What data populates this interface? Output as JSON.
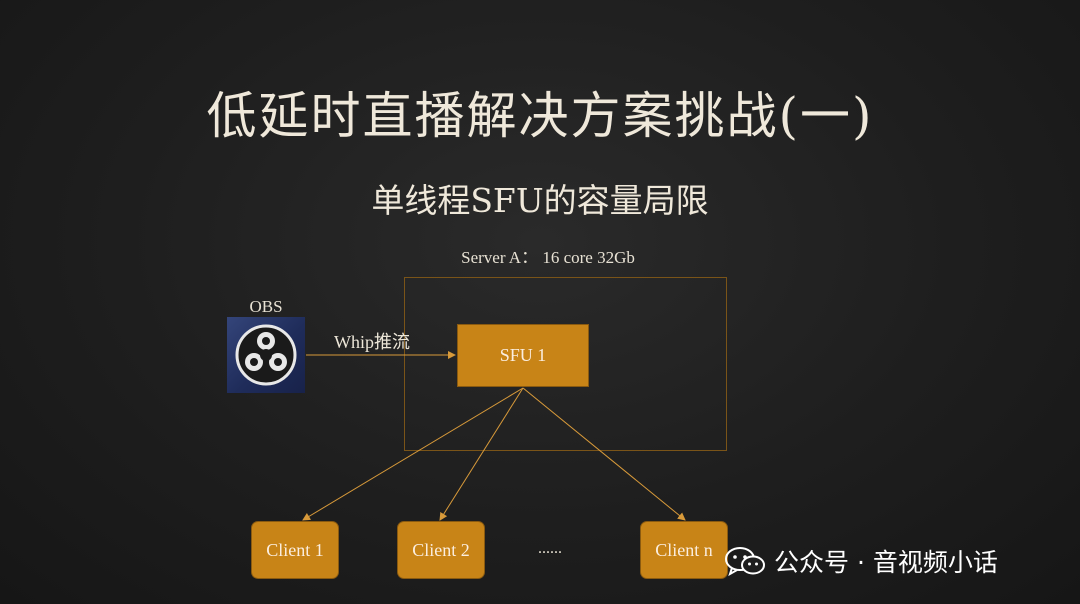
{
  "slide": {
    "title": "低延时直播解决方案挑战(一)",
    "subtitle": "单线程SFU的容量局限"
  },
  "diagram": {
    "server_label": "Server A：  16 core 32Gb",
    "obs_label": "OBS",
    "obs_icon": "obs-logo-icon",
    "arrow_label": "Whip推流",
    "sfu_label": "SFU 1",
    "clients": [
      "Client 1",
      "Client 2",
      "Client n"
    ],
    "ellipsis": "......"
  },
  "watermark": {
    "icon": "wechat-icon",
    "text": "公众号 · 音视频小话"
  },
  "colors": {
    "background": "#1e1e1e",
    "node_fill": "#c88417",
    "box_border": "#7a5418",
    "text": "#ece6d8"
  }
}
